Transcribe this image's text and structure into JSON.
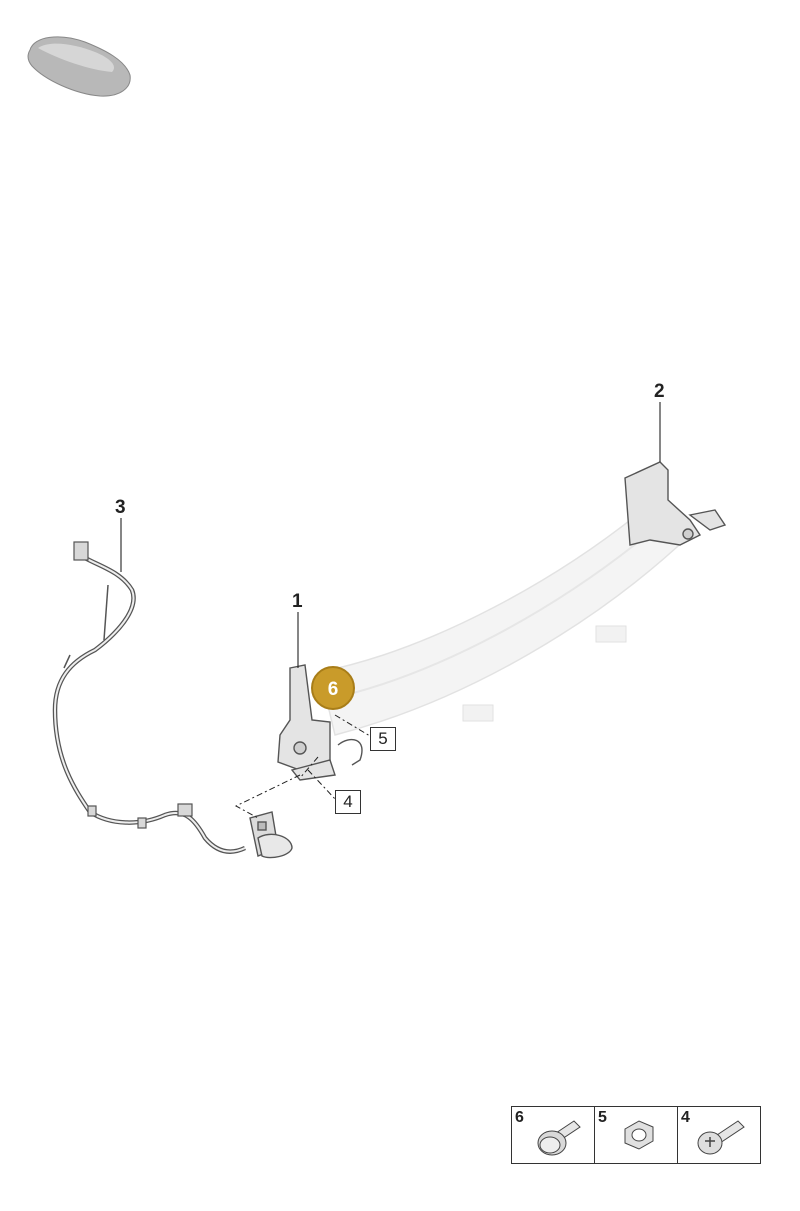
{
  "callouts": {
    "part1": "1",
    "part2": "2",
    "part3": "3"
  },
  "box_labels": {
    "part4": "4",
    "part5": "5"
  },
  "hotspot": {
    "label": "6",
    "color": "#c99b2a"
  },
  "legend": {
    "items": [
      {
        "number": "6",
        "icon": "flange-bolt-icon"
      },
      {
        "number": "5",
        "icon": "hex-nut-icon"
      },
      {
        "number": "4",
        "icon": "torx-bolt-icon"
      }
    ]
  },
  "thumbnail": {
    "icon": "car-silhouette-icon"
  }
}
